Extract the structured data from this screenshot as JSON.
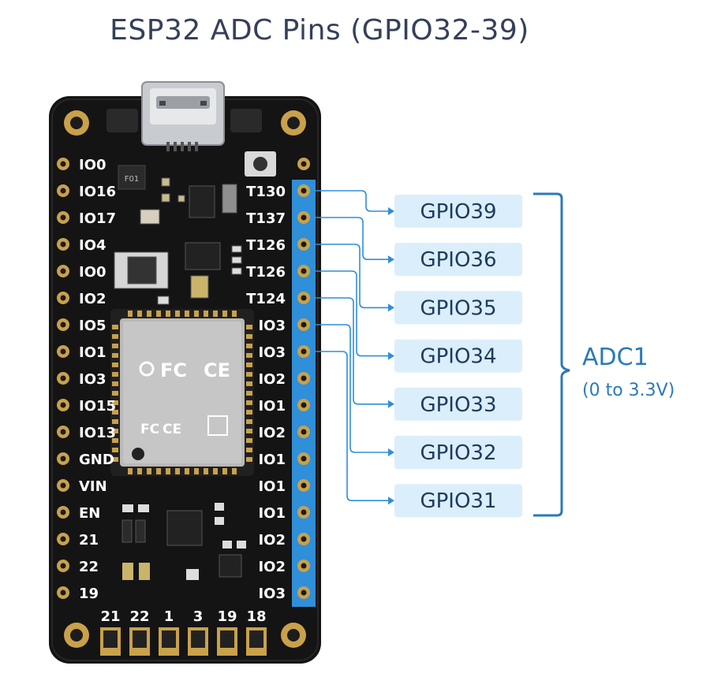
{
  "title": "ESP32 ADC Pins (GPIO32-39)",
  "colors": {
    "board": "#141414",
    "gold": "#c9a14a",
    "highlight": "#2f8fd8",
    "callout_bg": "#dbeefb",
    "callout_text": "#1d3b5e",
    "adc_text": "#2a7ab8"
  },
  "left_pins": [
    "IO0",
    "IO16",
    "IO17",
    "IO4",
    "IO0",
    "IO2",
    "IO5",
    "IO1",
    "IO3",
    "IO15",
    "IO13",
    "GND",
    "VIN",
    "EN",
    "21",
    "22",
    "19"
  ],
  "right_pins": [
    "",
    "T130",
    "T137",
    "T126",
    "T126",
    "T124",
    "IO3",
    "IO3",
    "IO2",
    "IO1",
    "IO2",
    "IO1",
    "IO1",
    "IO1",
    "IO2",
    "IO2",
    "IO3"
  ],
  "bottom_pins": [
    "21",
    "22",
    "1",
    "3",
    "19",
    "18"
  ],
  "callouts": [
    "GPIO39",
    "GPIO36",
    "GPIO35",
    "GPIO34",
    "GPIO33",
    "GPIO32",
    "GPIO31"
  ],
  "adc": {
    "label": "ADC1",
    "range": "(0 to 3.3V)"
  },
  "chip_marks": {
    "fc_top": "FC",
    "ce_top": "CE",
    "fc_bottom": "FC",
    "ce_bottom": "CE",
    "small_chip": "F01"
  }
}
